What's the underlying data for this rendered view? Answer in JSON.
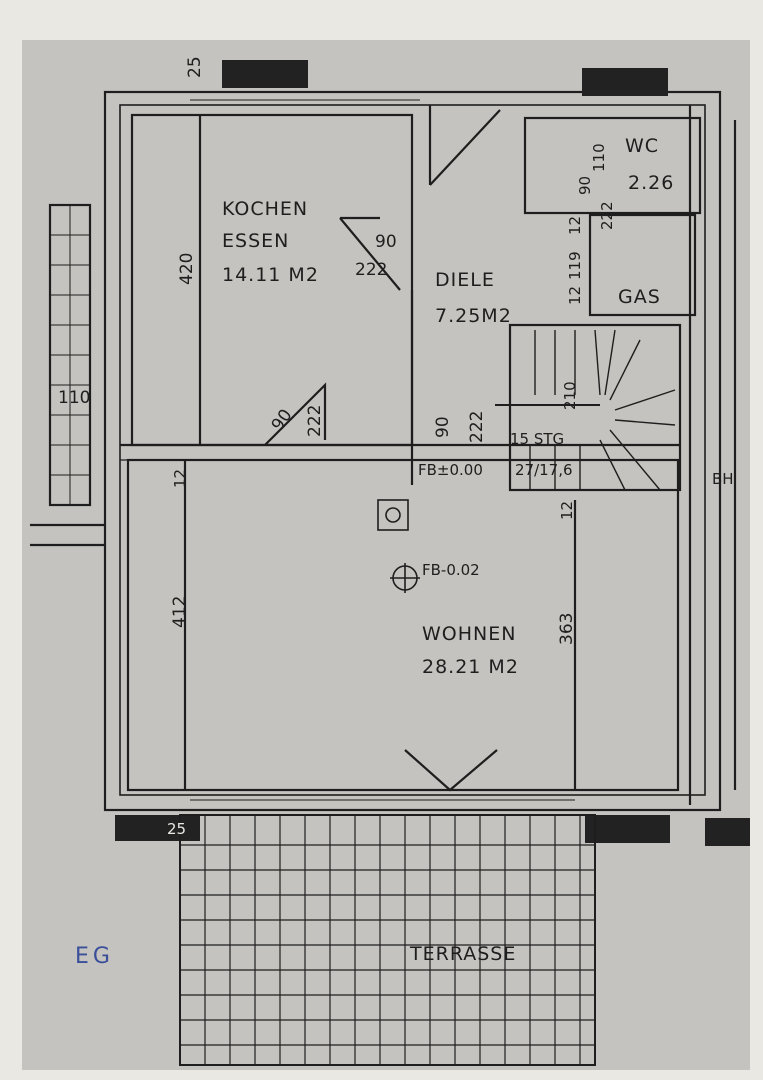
{
  "rooms": {
    "kochen_essen": {
      "name_line1": "KOCHEN",
      "name_line2": "ESSEN",
      "area": "14.11 M2"
    },
    "diele": {
      "name": "DIELE",
      "area": "7.25M2"
    },
    "wc": {
      "name": "WC",
      "area": "2.26"
    },
    "gas": {
      "name": "GAS"
    },
    "wohnen": {
      "name": "WOHNEN",
      "area": "28.21 M2"
    },
    "terrasse": {
      "name": "TERRASSE"
    },
    "bh": {
      "name": "BH"
    }
  },
  "dimensions": {
    "top_25": "25",
    "kitchen_height": "420",
    "kitchen_door_w": "90",
    "kitchen_door_h": "222",
    "inner_door_w": "90",
    "inner_door_h": "222",
    "diele_door_w": "90",
    "diele_door_h": "222",
    "left_110": "110",
    "wc_110": "110",
    "wc_90": "90",
    "wc_222": "222",
    "wc_12": "12",
    "wc_119": "119",
    "wc_12b": "12",
    "living_height": "412",
    "living_right": "363",
    "wall_12_left": "12",
    "wall_12_right": "12",
    "bottom_25": "25",
    "stair_210": "210"
  },
  "stairs": {
    "steps": "15 STG",
    "ratio": "27/17,6"
  },
  "levels": {
    "fb_000": "FB±0.00",
    "fb_002": "FB-0.02"
  },
  "floor_label": "EG",
  "colors": {
    "paper": "#e9e8e3",
    "sheet": "#c4c3bf",
    "ink": "#1e1e1e",
    "blue_ink": "#3a4f9a"
  }
}
